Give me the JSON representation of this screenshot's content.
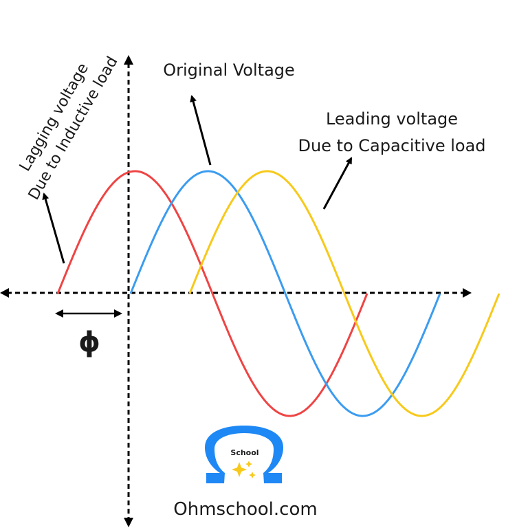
{
  "labels": {
    "original": "Original Voltage",
    "leading_line1": "Leading voltage",
    "leading_line2": "Due to Capacitive load",
    "lagging_line1": "Lagging voltage",
    "lagging_line2": "Due to Inductive load",
    "phase_symbol": "ϕ"
  },
  "curves": {
    "lagging": {
      "color": "#ef4444"
    },
    "original": {
      "color": "#3b9cf0"
    },
    "leading": {
      "color": "#f7c91a"
    }
  },
  "logo": {
    "badge_text": "School",
    "site": "Ohmschool.com",
    "color": "#1e88f5",
    "sparkle_color": "#f7c91a"
  }
}
